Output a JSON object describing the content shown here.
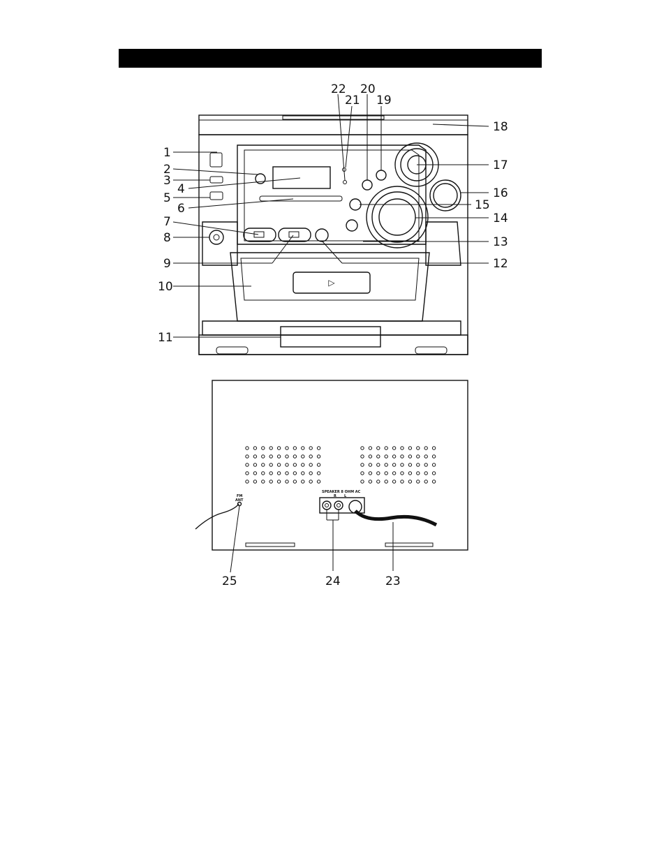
{
  "front_callouts": [
    "1",
    "2",
    "3",
    "4",
    "5",
    "6",
    "7",
    "8",
    "9",
    "10",
    "11",
    "12",
    "13",
    "14",
    "15",
    "16",
    "17",
    "18",
    "19",
    "20",
    "21",
    "22"
  ],
  "rear_callouts": [
    "25",
    "24",
    "23"
  ],
  "rear_labels": {
    "fm": "FM",
    "ant": "ANT",
    "speaker": "SPEAKER  8 OHM  AC",
    "r": "R",
    "l": "L"
  },
  "cassette_arrow": "▷"
}
